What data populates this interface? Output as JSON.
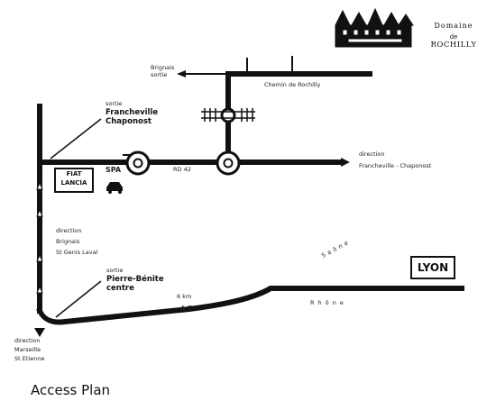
{
  "estate": {
    "name_line1": "Domaine",
    "name_line2": "de",
    "name_line3": "ROCHILLY",
    "icon": "chateau-icon"
  },
  "labels": {
    "north_ramp": "Brignais\nsortie",
    "chemin_rochilly": "Chemin de Rochilly",
    "sortie_francheville_small": "sortie",
    "sortie_francheville": "Francheville\nChaponost",
    "fiat_lancia": "FIAT\nLANCIA",
    "spa": "SPA",
    "road_number": "RD 42",
    "direction_label": "direction",
    "direction_dest": "Francheville - Chaponost",
    "direction_west": "direction\nBrignais\nSt Genis Laval",
    "sortie_pierre_small": "sortie",
    "sortie_pierre": "Pierre-Bénite\ncentre",
    "motorway_dist": "6 km",
    "motorway": "A 7",
    "saone": "Saône",
    "rhone": "Rhône",
    "lyon": "LYON",
    "direction_south": "direction\nMarseille\nSt Etienne"
  },
  "caption": "Access Plan",
  "colors": {
    "road": "#111111",
    "background": "#ffffff"
  }
}
